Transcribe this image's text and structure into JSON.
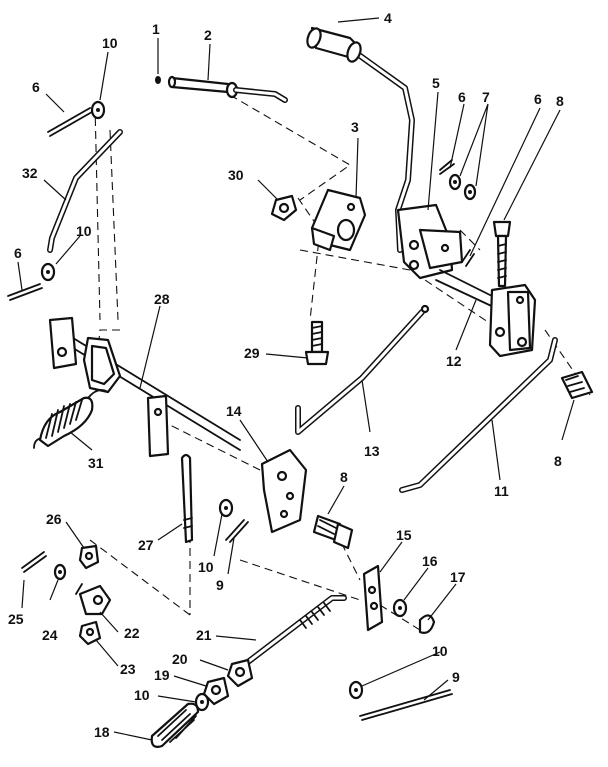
{
  "callouts": {
    "c1": "1",
    "c2": "2",
    "c3": "3",
    "c4": "4",
    "c5": "5",
    "c6a": "6",
    "c6b": "6",
    "c6c": "6",
    "c6d": "6",
    "c7": "7",
    "c8a": "8",
    "c8b": "8",
    "c8c": "8",
    "c9a": "9",
    "c9b": "9",
    "c10a": "10",
    "c10b": "10",
    "c10c": "10",
    "c10d": "10",
    "c10e": "10",
    "c11": "11",
    "c12": "12",
    "c13": "13",
    "c14": "14",
    "c15": "15",
    "c16": "16",
    "c17": "17",
    "c18": "18",
    "c19": "19",
    "c20": "20",
    "c21": "21",
    "c22": "22",
    "c23": "23",
    "c24": "24",
    "c25": "25",
    "c26": "26",
    "c27": "27",
    "c28": "28",
    "c29": "29",
    "c30": "30",
    "c31": "31",
    "c32": "32"
  }
}
